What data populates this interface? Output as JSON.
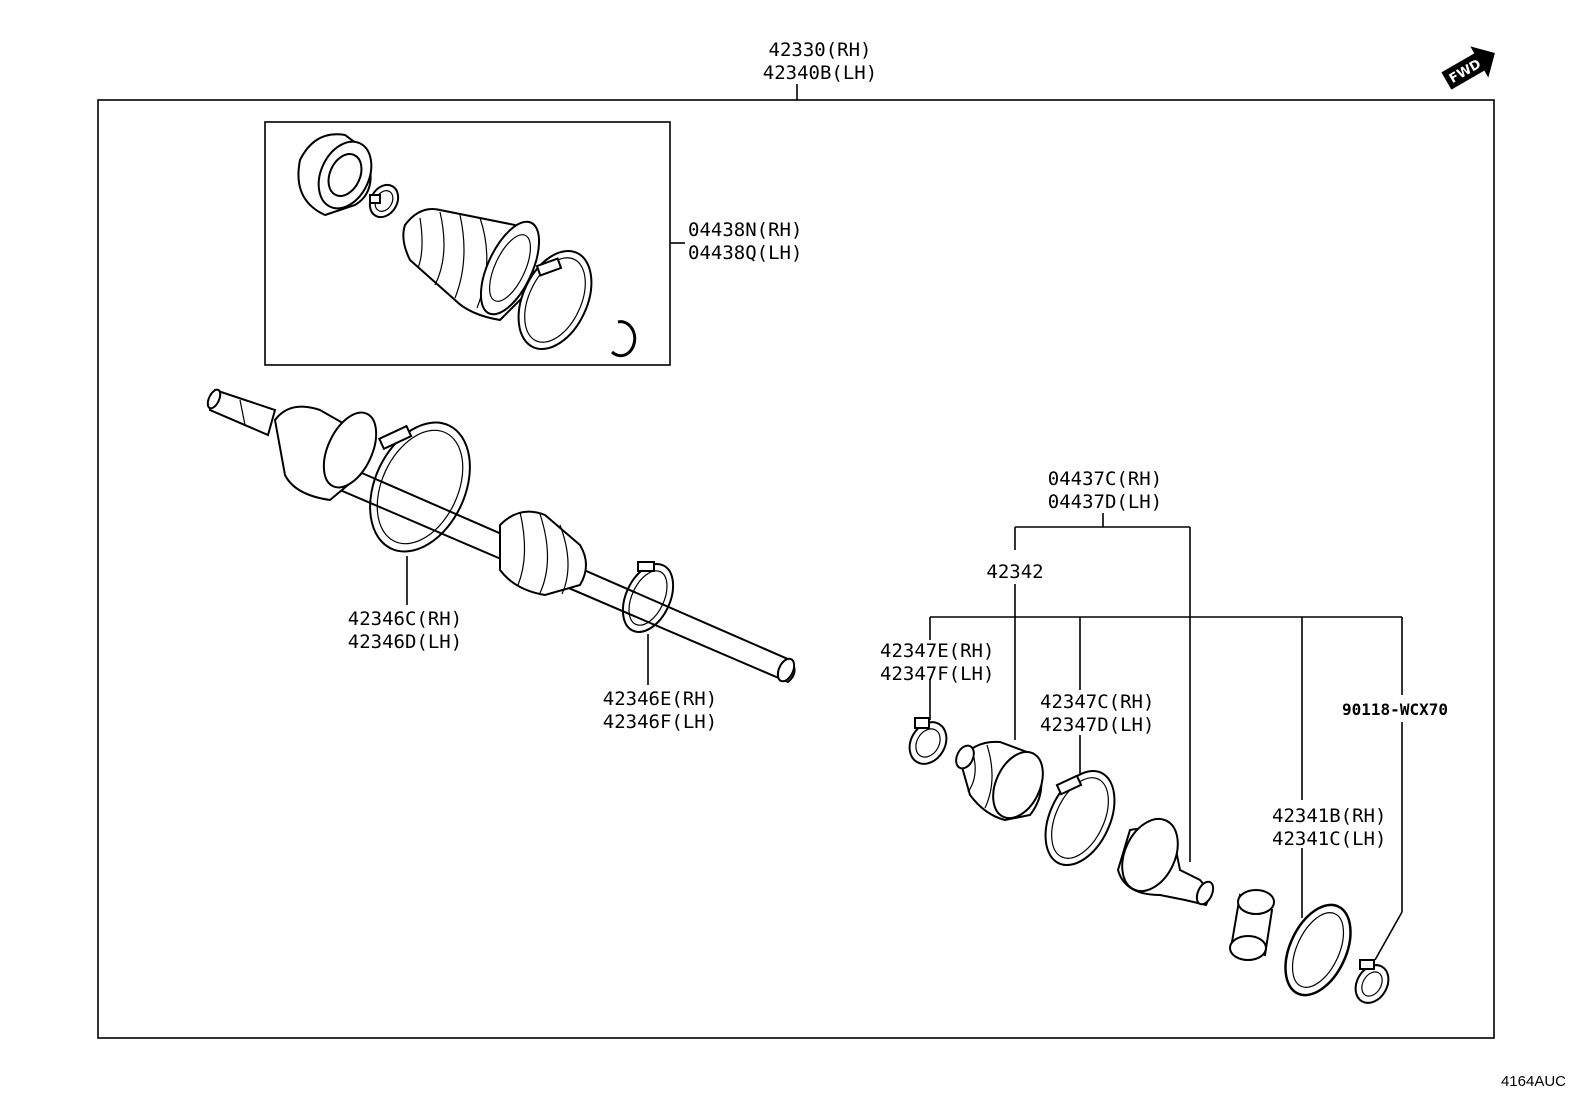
{
  "diagram": {
    "callouts": [
      {
        "id": "axle",
        "lines": [
          "42330(RH)",
          "42340B(LH)"
        ]
      },
      {
        "id": "outer-boot-kit",
        "lines": [
          "04438N(RH)",
          "04438Q(LH)"
        ]
      },
      {
        "id": "outer-boot-band",
        "lines": [
          "42346C(RH)",
          "42346D(LH)"
        ]
      },
      {
        "id": "outer-small-band",
        "lines": [
          "42346E(RH)",
          "42346F(LH)"
        ]
      },
      {
        "id": "inner-boot-kit",
        "lines": [
          "04437C(RH)",
          "04437D(LH)"
        ]
      },
      {
        "id": "inner-boot",
        "lines": [
          "42342"
        ]
      },
      {
        "id": "inner-small-clamp",
        "lines": [
          "42347E(RH)",
          "42347F(LH)"
        ]
      },
      {
        "id": "inner-large-clamp",
        "lines": [
          "42347C(RH)",
          "42347D(LH)"
        ]
      },
      {
        "id": "snap-ring",
        "lines": [
          "90118-WCX70"
        ]
      },
      {
        "id": "dust-seal",
        "lines": [
          "42341B(RH)",
          "42341C(LH)"
        ]
      }
    ],
    "fwd_label": "FWD",
    "figure_code": "4164AUC",
    "colors": {
      "line": "#000000",
      "background": "#ffffff"
    }
  }
}
